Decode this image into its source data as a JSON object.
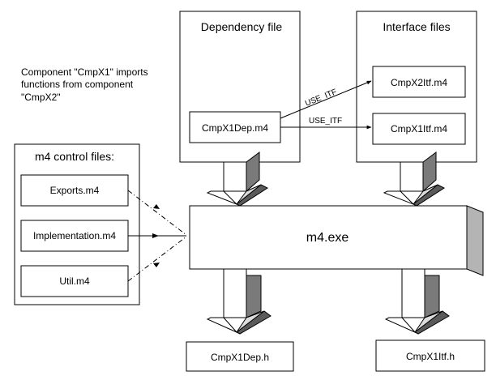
{
  "containers": {
    "dependency_title": "Dependency file",
    "interface_title": "Interface files",
    "control_title": "m4 control files:"
  },
  "note": {
    "line1": "Component \"CmpX1\" imports",
    "line2": "functions from component",
    "line3": "\"CmpX2\""
  },
  "files": {
    "dep_m4": "CmpX1Dep.m4",
    "itf2_m4": "CmpX2Itf.m4",
    "itf1_m4": "CmpX1Itf.m4",
    "exports": "Exports.m4",
    "implementation": "Implementation.m4",
    "util": "Util.m4"
  },
  "processor": "m4.exe",
  "edges": {
    "use_itf_upper": "USE_ITF",
    "use_itf_lower": "USE_ITF"
  },
  "outputs": {
    "dep_h": "CmpX1Dep.h",
    "itf_h": "CmpX1Itf.h"
  },
  "colors": {
    "face_white": "#ffffff",
    "face_light": "#dcdcdc",
    "face_mid": "#b4b4b4",
    "face_dark": "#7a7a7a",
    "face_darker": "#5a5a5a"
  }
}
